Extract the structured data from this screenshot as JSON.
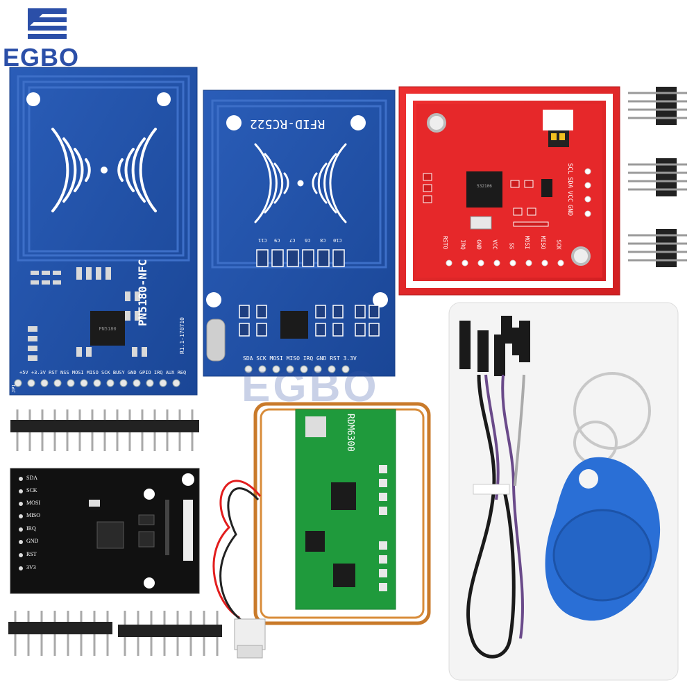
{
  "brand": {
    "logo_text": "EGBO",
    "watermark": "EGBO"
  },
  "boards": {
    "pn5180": {
      "name": "PN5180-NFC",
      "revision": "R1.1-170710",
      "jp": "JP1",
      "pins": "+5V +3.3V RST NSS MOSI MISO SCK BUSY GND GPIO IRQ AUX REQ"
    },
    "rc522": {
      "name": "RFID-RC522",
      "pins": "SDA SCK MOSI MISO IRQ GND RST 3.3V",
      "caps": [
        "C11",
        "C9",
        "C7",
        "C6",
        "C8",
        "C10"
      ]
    },
    "pn532": {
      "pins_bottom": [
        "RSTO",
        "IRQ",
        "GND",
        "VCC",
        "SS",
        "MOSI",
        "MISO",
        "SCK"
      ],
      "pins_side": [
        "SCL",
        "SDA",
        "VCC",
        "GND"
      ]
    },
    "mini_rc522": {
      "pins": [
        "SDA",
        "SCK",
        "MOSI",
        "MISO",
        "IRQ",
        "GND",
        "RST",
        "3V3"
      ]
    },
    "rdm6300": {
      "name": "RDM6300"
    }
  },
  "colors": {
    "blue_pcb": "#1d4fa8",
    "red_pcb": "#e4282a",
    "green_pcb": "#1f9a3c",
    "black_pcb": "#111111",
    "tag": "#2a6fd6",
    "logo": "#2b4fa8"
  }
}
